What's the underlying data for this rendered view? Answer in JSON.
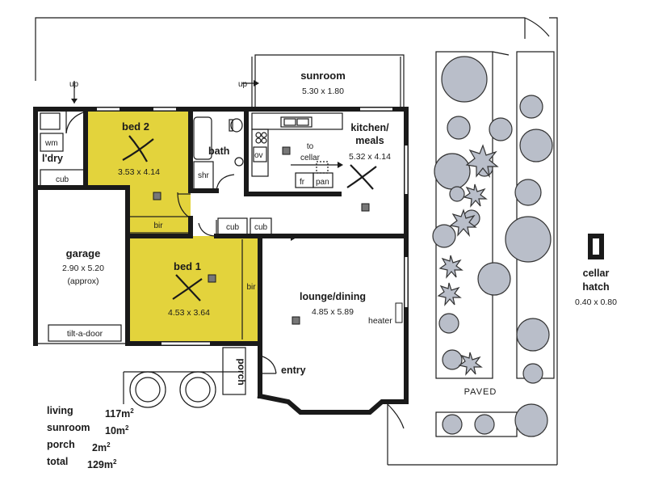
{
  "rooms": {
    "sunroom": {
      "name": "sunroom",
      "size": "5.30 x 1.80"
    },
    "kitchen": {
      "name1": "kitchen/",
      "name2": "meals",
      "size": "5.32 x 4.14"
    },
    "bed2": {
      "name": "bed 2",
      "size": "3.53 x 4.14"
    },
    "bed1": {
      "name": "bed 1",
      "size": "4.53 x 3.64"
    },
    "garage": {
      "name": "garage",
      "size": "2.90 x 5.20",
      "note": "(approx)"
    },
    "lounge": {
      "name": "lounge/dining",
      "size": "4.85 x 5.89"
    },
    "bath": {
      "name": "bath"
    },
    "laundry": {
      "name": "l'dry"
    }
  },
  "labels": {
    "up1": "up",
    "up2": "up",
    "wm": "wm",
    "cub_laundry": "cub",
    "bir_bed2": "bir",
    "bir_bed1": "bir",
    "shr": "shr",
    "ov": "ov",
    "to_cellar1": "to",
    "to_cellar2": "cellar",
    "fr": "fr",
    "pan": "pan",
    "cub1": "cub",
    "cub2": "cub",
    "tilt_a_door": "tilt-a-door",
    "porch": "porch",
    "entry": "entry",
    "heater": "heater",
    "paved": "PAVED",
    "cellar_hatch1": "cellar",
    "cellar_hatch2": "hatch",
    "cellar_hatch_size": "0.40 x 0.80"
  },
  "areas": [
    {
      "name": "living",
      "value": "117m",
      "sup": "2"
    },
    {
      "name": "sunroom",
      "value": "10m",
      "sup": "2"
    },
    {
      "name": "porch",
      "value": "2m",
      "sup": "2"
    },
    {
      "name": "total",
      "value": "129m",
      "sup": "2"
    }
  ],
  "colors": {
    "bedroom_fill": "#e3d33c",
    "tree_fill": "#b9bec9"
  }
}
